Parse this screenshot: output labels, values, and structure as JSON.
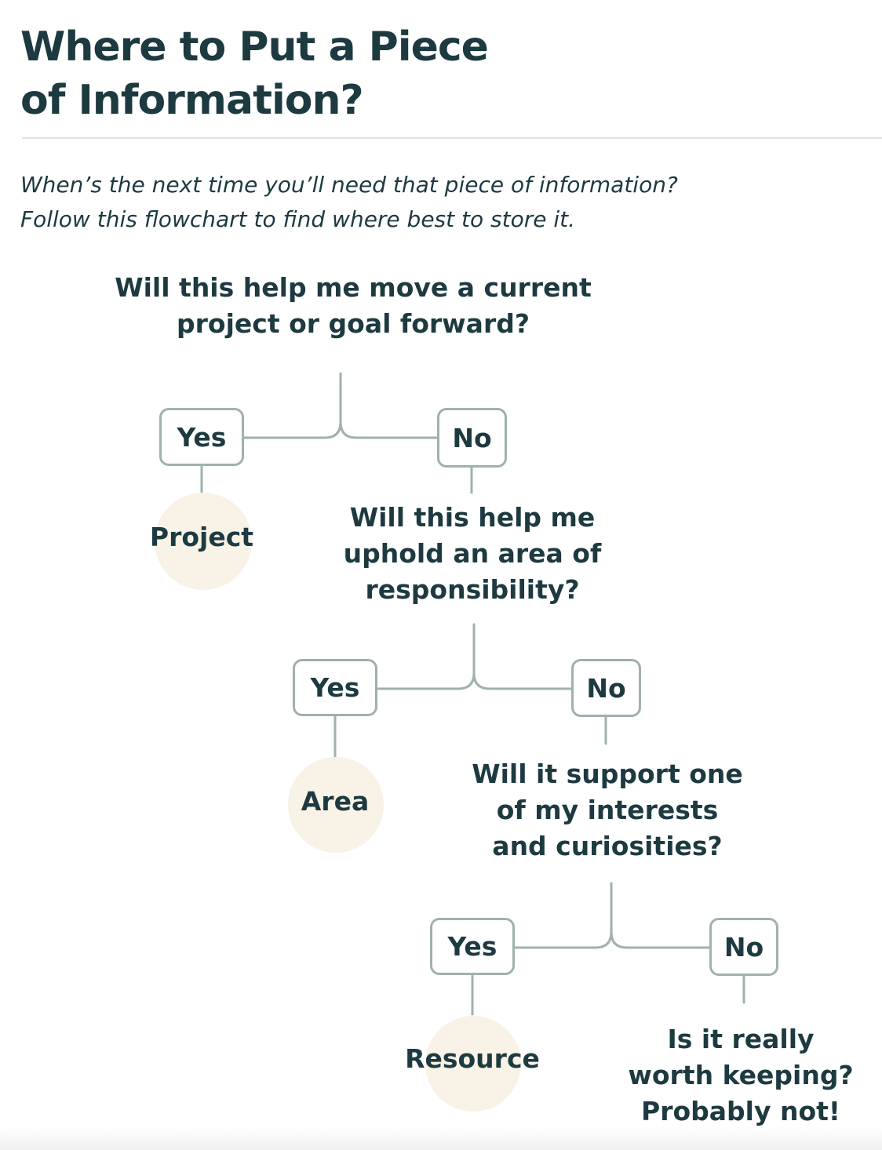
{
  "title": {
    "line1": "Where to Put a Piece",
    "line2": "of Information?"
  },
  "subtitle": {
    "line1": "When’s the next time you’ll need that piece of information?",
    "line2": "Follow this flowchart to find where best to store it."
  },
  "flow": {
    "q1": {
      "lines": [
        "Will this help me move a current",
        "project or goal forward?"
      ],
      "yes": "Yes",
      "no": "No",
      "result": "Project"
    },
    "q2": {
      "lines": [
        "Will this help me",
        "uphold an area of",
        "responsibility?"
      ],
      "yes": "Yes",
      "no": "No",
      "result": "Area"
    },
    "q3": {
      "lines": [
        "Will it support one",
        "of my interests",
        "and curiosities?"
      ],
      "yes": "Yes",
      "no": "No",
      "result": "Resource"
    },
    "final": {
      "lines": [
        "Is it really",
        "worth keeping?",
        "Probably not!"
      ]
    }
  },
  "colors": {
    "text": "#1d3a40",
    "connector": "#9fb2ab",
    "result_fill": "#f8f2e7",
    "divider": "#dfe3e3"
  }
}
